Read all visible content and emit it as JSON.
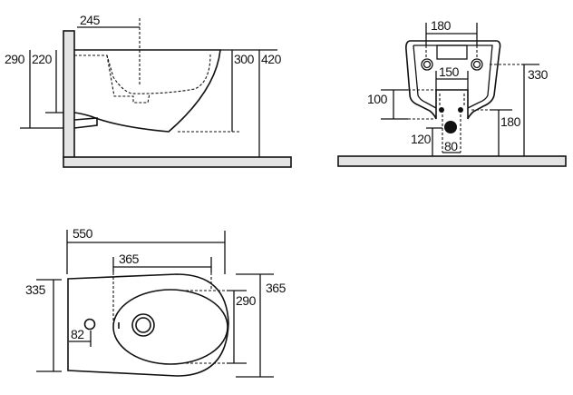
{
  "side_view": {
    "d_245": "245",
    "d_290": "290",
    "d_220": "220",
    "d_300": "300",
    "d_420": "420"
  },
  "front_view": {
    "d_180_top": "180",
    "d_150": "150",
    "d_100": "100",
    "d_330": "330",
    "d_180_right": "180",
    "d_120": "120",
    "d_80": "80"
  },
  "top_view": {
    "d_550": "550",
    "d_365_top": "365",
    "d_335": "335",
    "d_290": "290",
    "d_365_right": "365",
    "d_82": "82"
  }
}
